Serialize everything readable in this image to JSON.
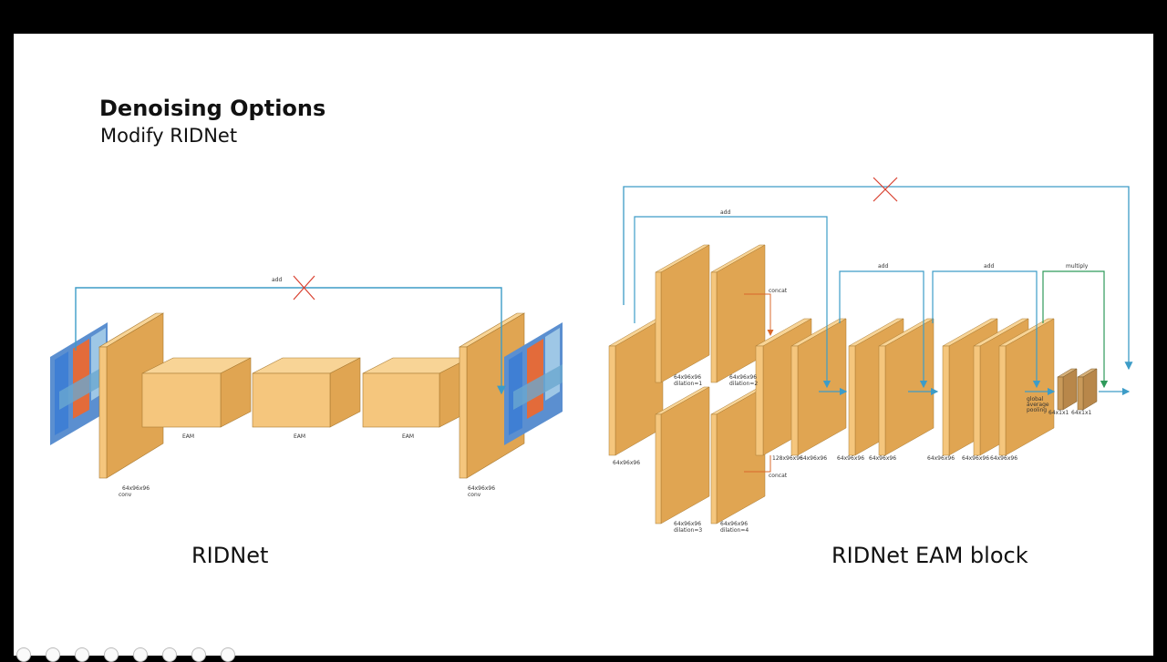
{
  "slide": {
    "title": "Denoising Options",
    "subtitle": "Modify RIDNet",
    "caption_left": "RIDNet",
    "caption_right": "RIDNet EAM block"
  },
  "ridnet": {
    "skip_label": "add",
    "blocks": [
      "EAM",
      "EAM",
      "EAM"
    ],
    "conv_in": {
      "dims": "64x96x96",
      "type": "conv"
    },
    "conv_out": {
      "dims": "64x96x96",
      "type": "conv"
    }
  },
  "eam": {
    "outer_skip_label": "add",
    "input_dims": "64x96x96",
    "branches": [
      {
        "dims": "64x96x96",
        "dilation": "dilation=1"
      },
      {
        "dims": "64x96x96",
        "dilation": "dilation=2"
      },
      {
        "dims": "64x96x96",
        "dilation": "dilation=3"
      },
      {
        "dims": "64x96x96",
        "dilation": "dilation=4"
      }
    ],
    "concat_label": "concat",
    "concat_dims": "128x96x96",
    "stage_labels": [
      "64x96x96",
      "64x96x96",
      "64x96x96",
      "64x96x96",
      "64x96x96",
      "64x96x96"
    ],
    "residual_labels": [
      "add",
      "add",
      "multiply"
    ],
    "gap_label": "global average pooling",
    "gap_dims": [
      "64x1x1",
      "64x1x1"
    ]
  },
  "colors": {
    "block_fill": "#f5c67d",
    "block_side": "#e0a552",
    "block_top": "#f8d496",
    "block_stroke": "#a87a32",
    "skip_line": "#3d9cc7",
    "cross": "#d9402f",
    "concat_line": "#d9682c",
    "multiply_line": "#2f9a5a"
  },
  "slide_nav": {
    "count": 8
  }
}
